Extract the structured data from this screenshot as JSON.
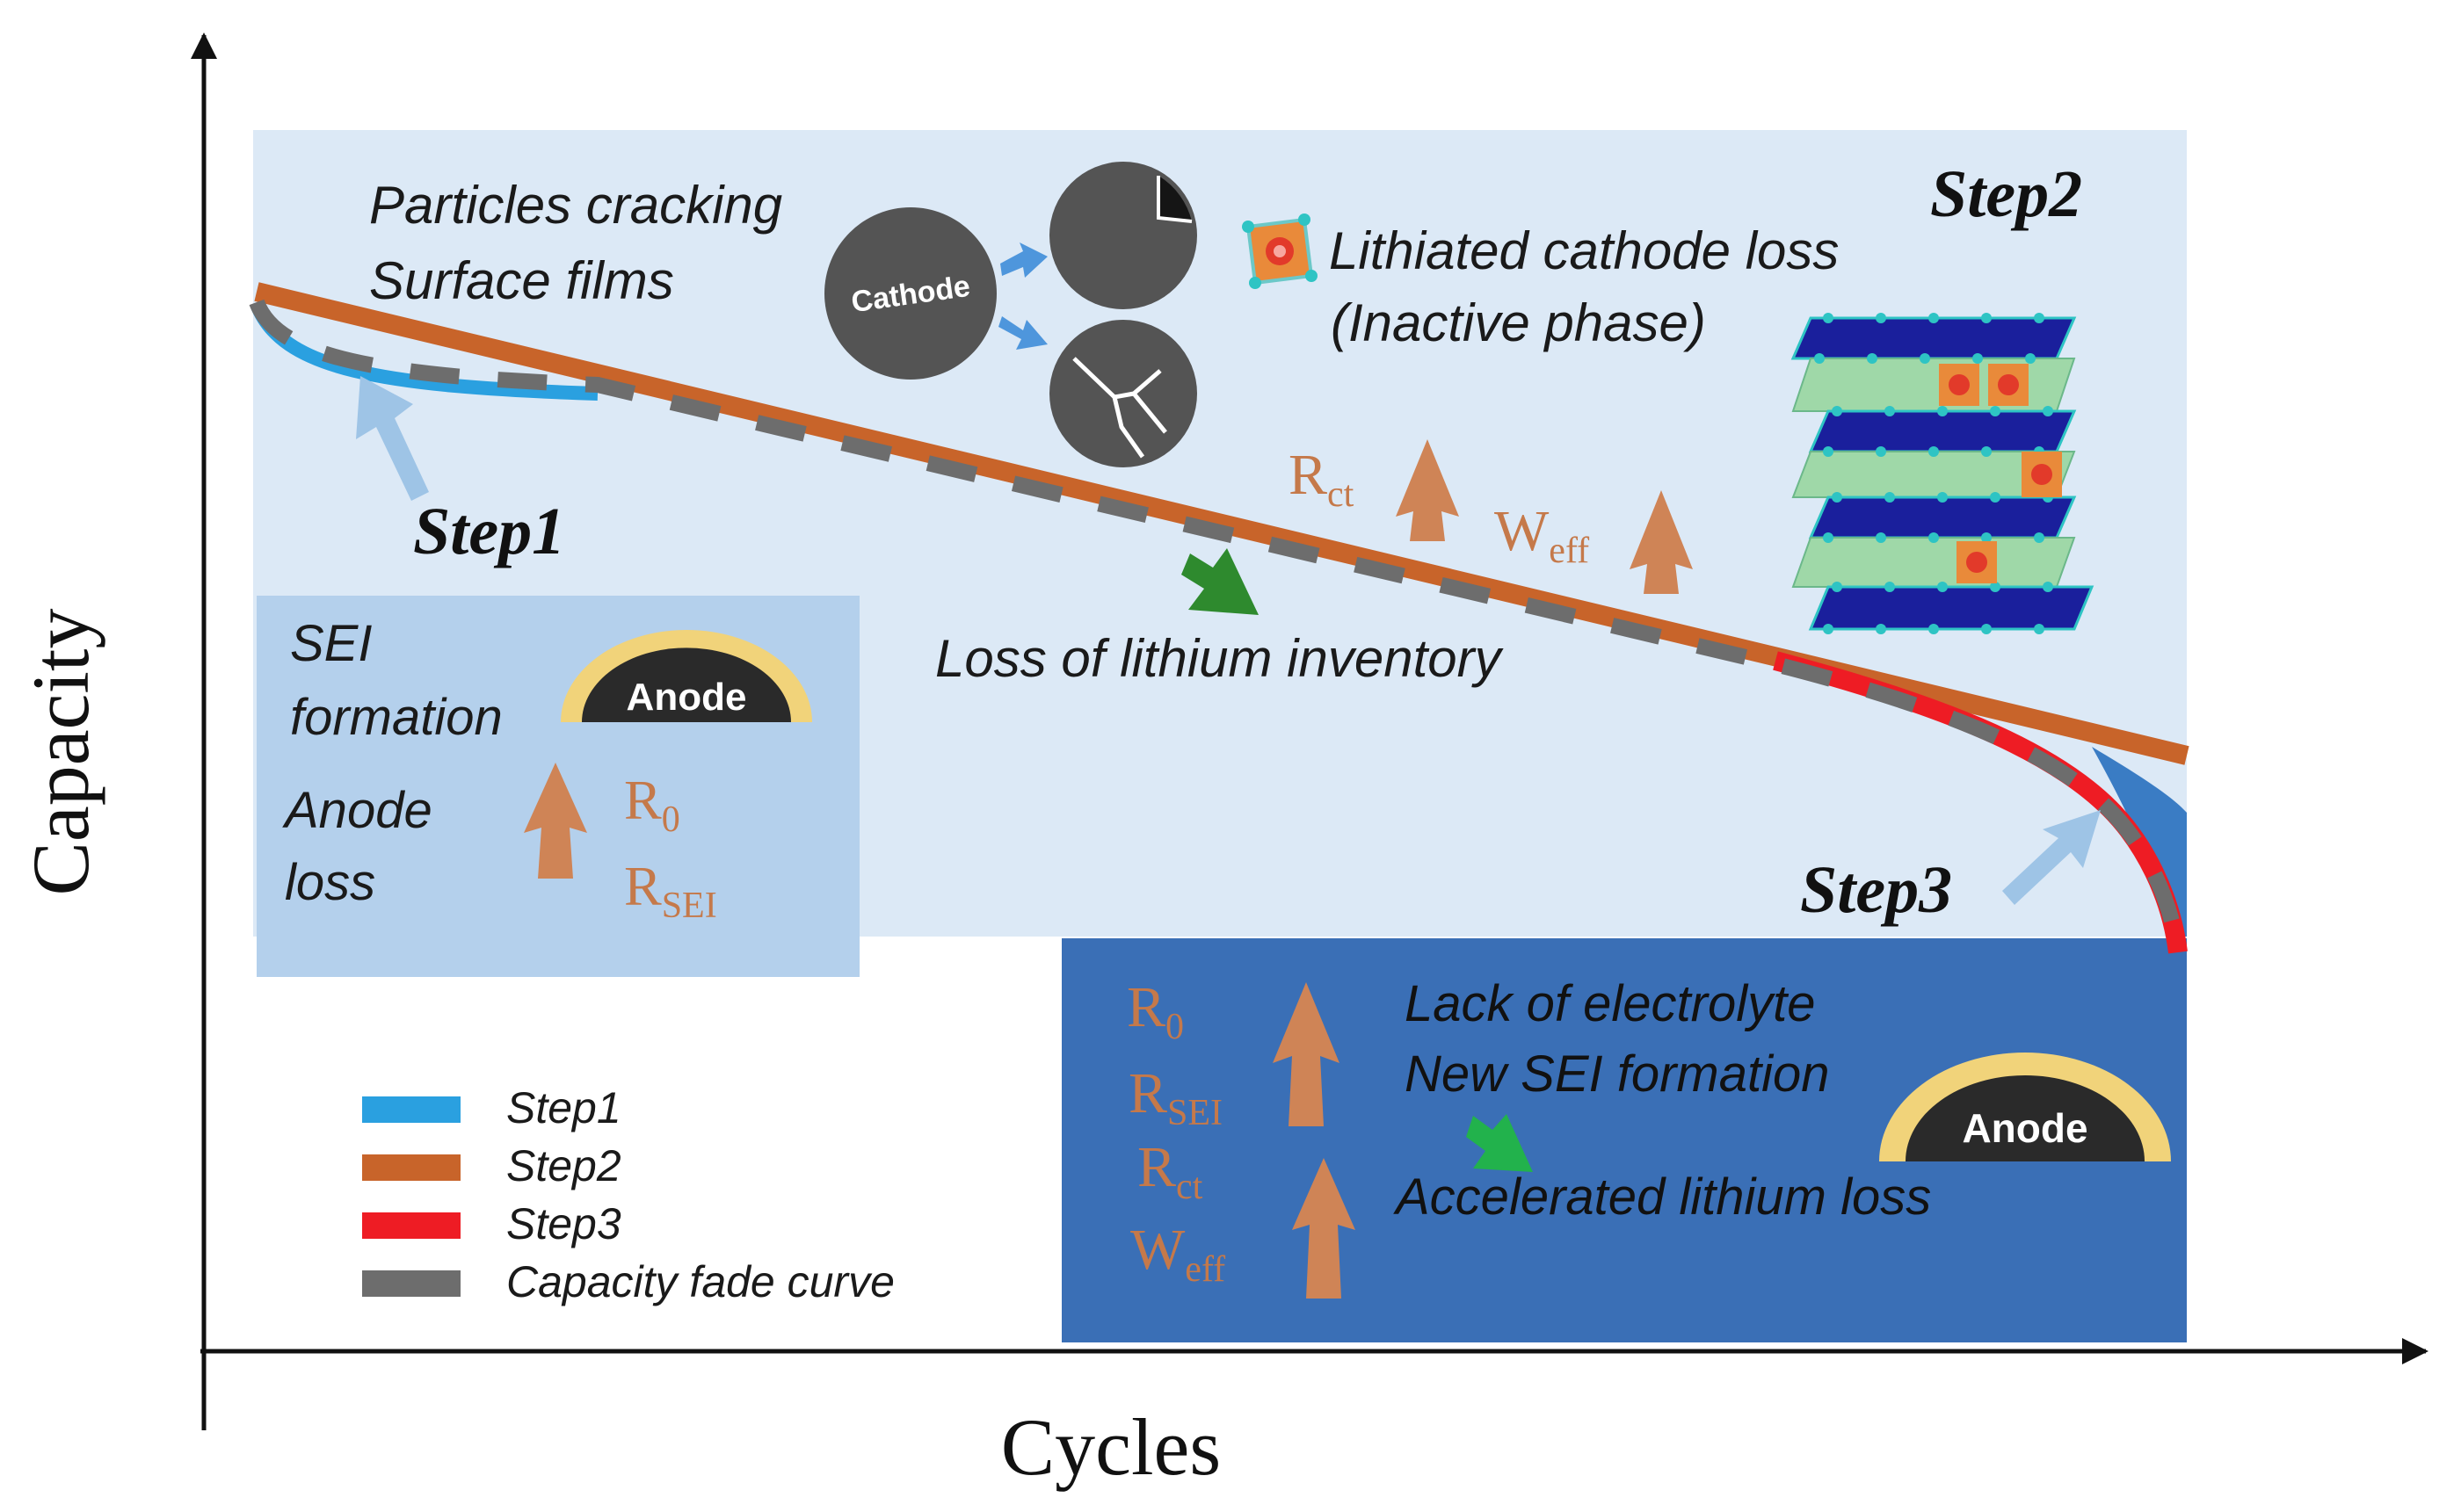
{
  "axes": {
    "y_label": "Capacity",
    "x_label": "Cycles"
  },
  "steps": {
    "step1": {
      "title": "Step1",
      "color": "#2aa0e0"
    },
    "step2": {
      "title": "Step2",
      "color": "#c8642a"
    },
    "step3": {
      "title": "Step3",
      "color": "#ee1c24"
    }
  },
  "curve_color": "#6d6d6d",
  "step1_box": {
    "sei_line1": "SEI",
    "sei_line2": "formation",
    "anode_label": "Anode",
    "loss_line1": "Anode",
    "loss_line2": "loss",
    "r0": {
      "main": "R",
      "sub": "0"
    },
    "rsei": {
      "main": "R",
      "sub": "SEI"
    }
  },
  "step2_region": {
    "cracking_line1": "Particles cracking",
    "cracking_line2": "Surface films",
    "cathode_label": "Cathode",
    "lithiated_line1": "Lithiated cathode loss",
    "lithiated_line2": "(Inactive phase)",
    "rct": {
      "main": "R",
      "sub": "ct"
    },
    "weff": {
      "main": "W",
      "sub": "eff"
    },
    "lli": "Loss of  lithium inventory"
  },
  "step3_box": {
    "electrolyte": "Lack of electrolyte",
    "new_sei": "New SEI formation",
    "accelerated": "Accelerated lithium loss",
    "anode_label": "Anode",
    "r0": {
      "main": "R",
      "sub": "0"
    },
    "rsei": {
      "main": "R",
      "sub": "SEI"
    },
    "rct": {
      "main": "R",
      "sub": "ct"
    },
    "weff": {
      "main": "W",
      "sub": "eff"
    }
  },
  "legend": [
    {
      "label": "Step1",
      "color": "#2aa0e0"
    },
    {
      "label": "Step2",
      "color": "#c8642a"
    },
    {
      "label": "Step3",
      "color": "#ee1c24"
    },
    {
      "label": "Capacity fade curve",
      "color": "#6d6d6d"
    }
  ],
  "colors": {
    "step2_bg": "#dce9f6",
    "step1_box_bg": "#b4d0ec",
    "step3_box_bg": "#3a6fb6",
    "anode_arc": "#f1d37a",
    "anode_body": "#2a2a2a",
    "resistance_text": "#c5794a",
    "resistance_arrow": "#cf8456",
    "pointer_arrow": "#9ec4e6",
    "green_arrow": "#2e9a3e",
    "blue_arrow": "#4e96dc",
    "lattice_dark": "#1a1f9c",
    "lattice_green": "#9fd8a8",
    "octahedron": "#e98a3a"
  }
}
